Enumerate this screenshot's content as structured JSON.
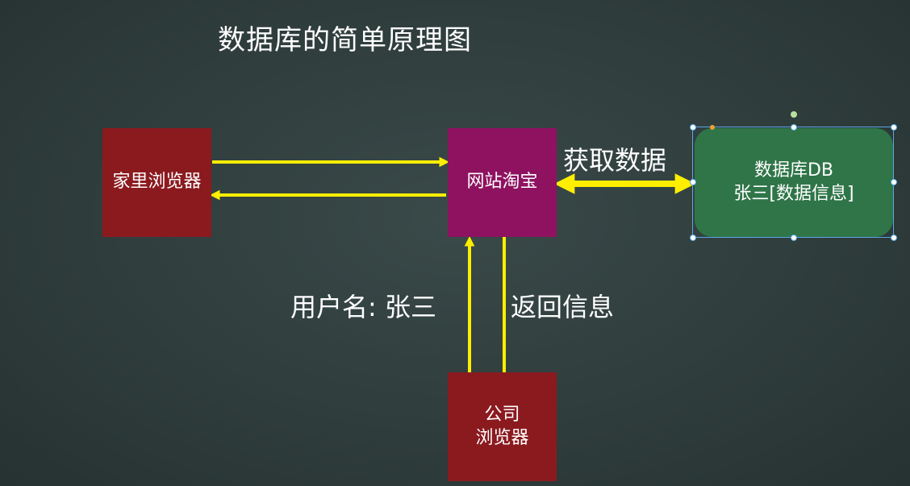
{
  "title": "数据库的简单原理图",
  "nodes": {
    "home_browser": "家里浏览器",
    "website": "网站淘宝",
    "company_browser": {
      "line1": "公司",
      "line2": "浏览器"
    },
    "database": {
      "line1": "数据库DB",
      "line2": "张三[数据信息]"
    }
  },
  "edge_labels": {
    "fetch_data": "获取数据",
    "username": "用户名: 张三",
    "return_info": "返回信息"
  },
  "colors": {
    "background": "#2f3d3c",
    "browser_box": "#8b1a1f",
    "website_box": "#8e1260",
    "database_box": "#2f7548",
    "arrow": "#ffee00"
  }
}
